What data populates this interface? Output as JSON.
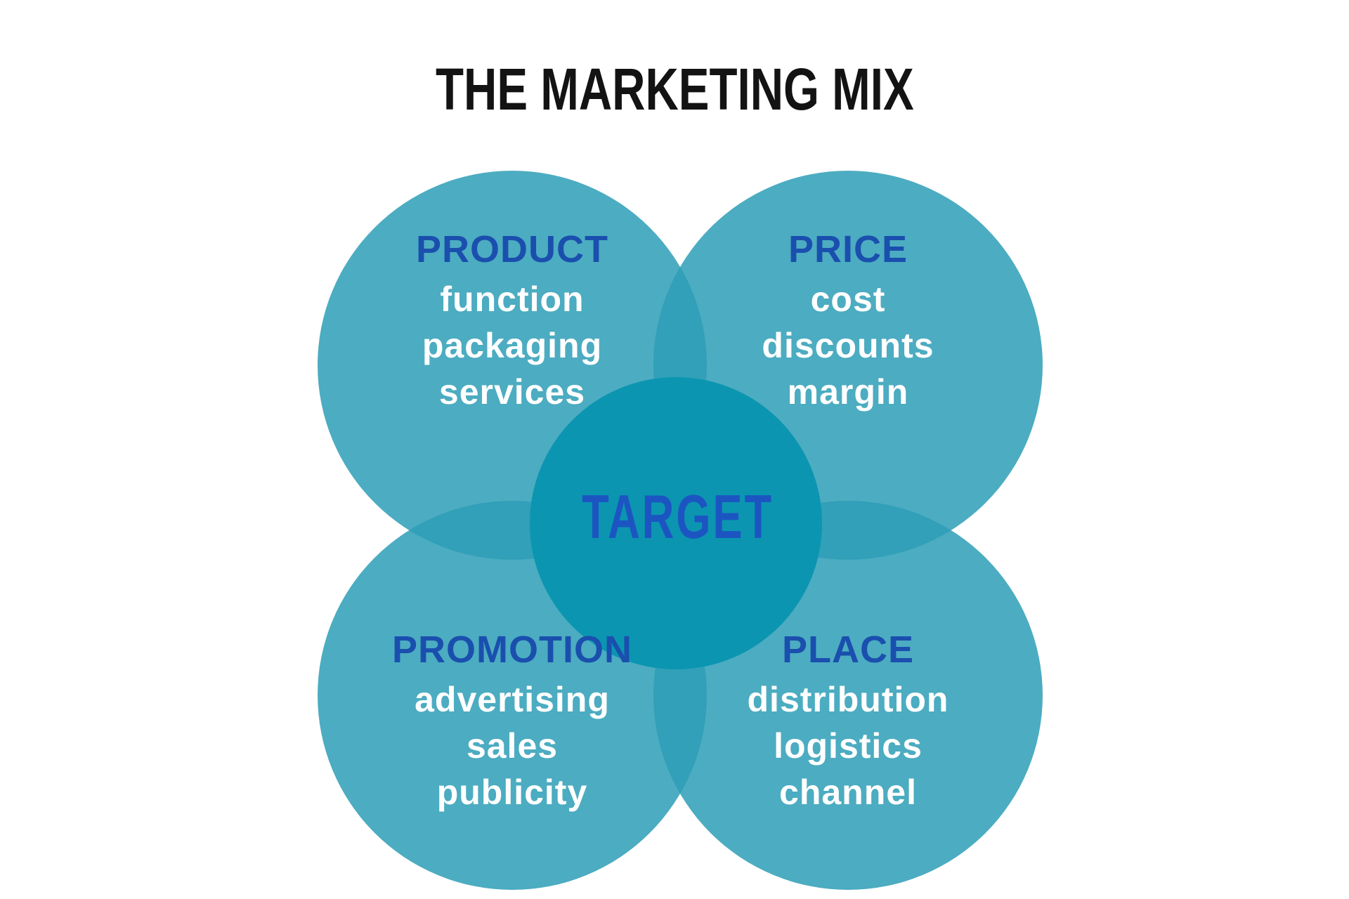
{
  "title": "THE MARKETING MIX",
  "center": {
    "label": "TARGET"
  },
  "sections": [
    {
      "id": "product",
      "position": "top-left",
      "heading": "PRODUCT",
      "items": [
        "function",
        "packaging",
        "services"
      ]
    },
    {
      "id": "price",
      "position": "top-right",
      "heading": "PRICE",
      "items": [
        "cost",
        "discounts",
        "margin"
      ]
    },
    {
      "id": "promotion",
      "position": "bottom-left",
      "heading": "PROMOTION",
      "items": [
        "advertising",
        "sales",
        "publicity"
      ]
    },
    {
      "id": "place",
      "position": "bottom-right",
      "heading": "PLACE",
      "items": [
        "distribution",
        "logistics",
        "channel"
      ]
    }
  ],
  "colors": {
    "background": "#FFFFFF",
    "title_color": "#131313",
    "petal_fill": "rgba(45,158,182,0.85)",
    "petal_flat": "#4CACC1",
    "overlap": "#32A0B8",
    "center_circle": "#0B95B1",
    "heading_blue": "#1A4FAE",
    "target_blue": "#1C55C2",
    "body_text": "#FFFFFF"
  }
}
